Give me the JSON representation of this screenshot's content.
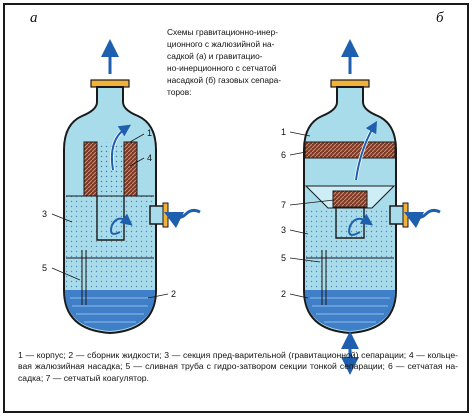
{
  "panels": {
    "a_label": "а",
    "b_label": "б"
  },
  "title": "Схемы гравитационно-инер-\nционного с жалюзийной на-\nсадкой (а) и гравитацио-\nно-инерционного с сетчатой\nнасадкой (б) газовых сепара-\nторов:",
  "legend": "1 — корпус; 2 — сборник жидкости; 3 — секция пред-варительной (гравитационной) сепарации; 4 — кольце-вая жалюзийная насадка; 5 — сливная труба с гидро-затвором секции тонкой сепарации; 6 — сетчатая на-садка; 7 — сетчатый коагулятор.",
  "callouts": {
    "a": [
      "1",
      "4",
      "3",
      "5",
      "2"
    ],
    "b": [
      "1",
      "6",
      "7",
      "3",
      "5",
      "2"
    ]
  },
  "colors": {
    "vessel_body": "#a9dcea",
    "liquid": "#3f7fc8",
    "outline": "#1a1a1a",
    "flange": "#f2b23a",
    "arrow": "#1f5fb0",
    "packing_brown": "#7a3a2a"
  }
}
